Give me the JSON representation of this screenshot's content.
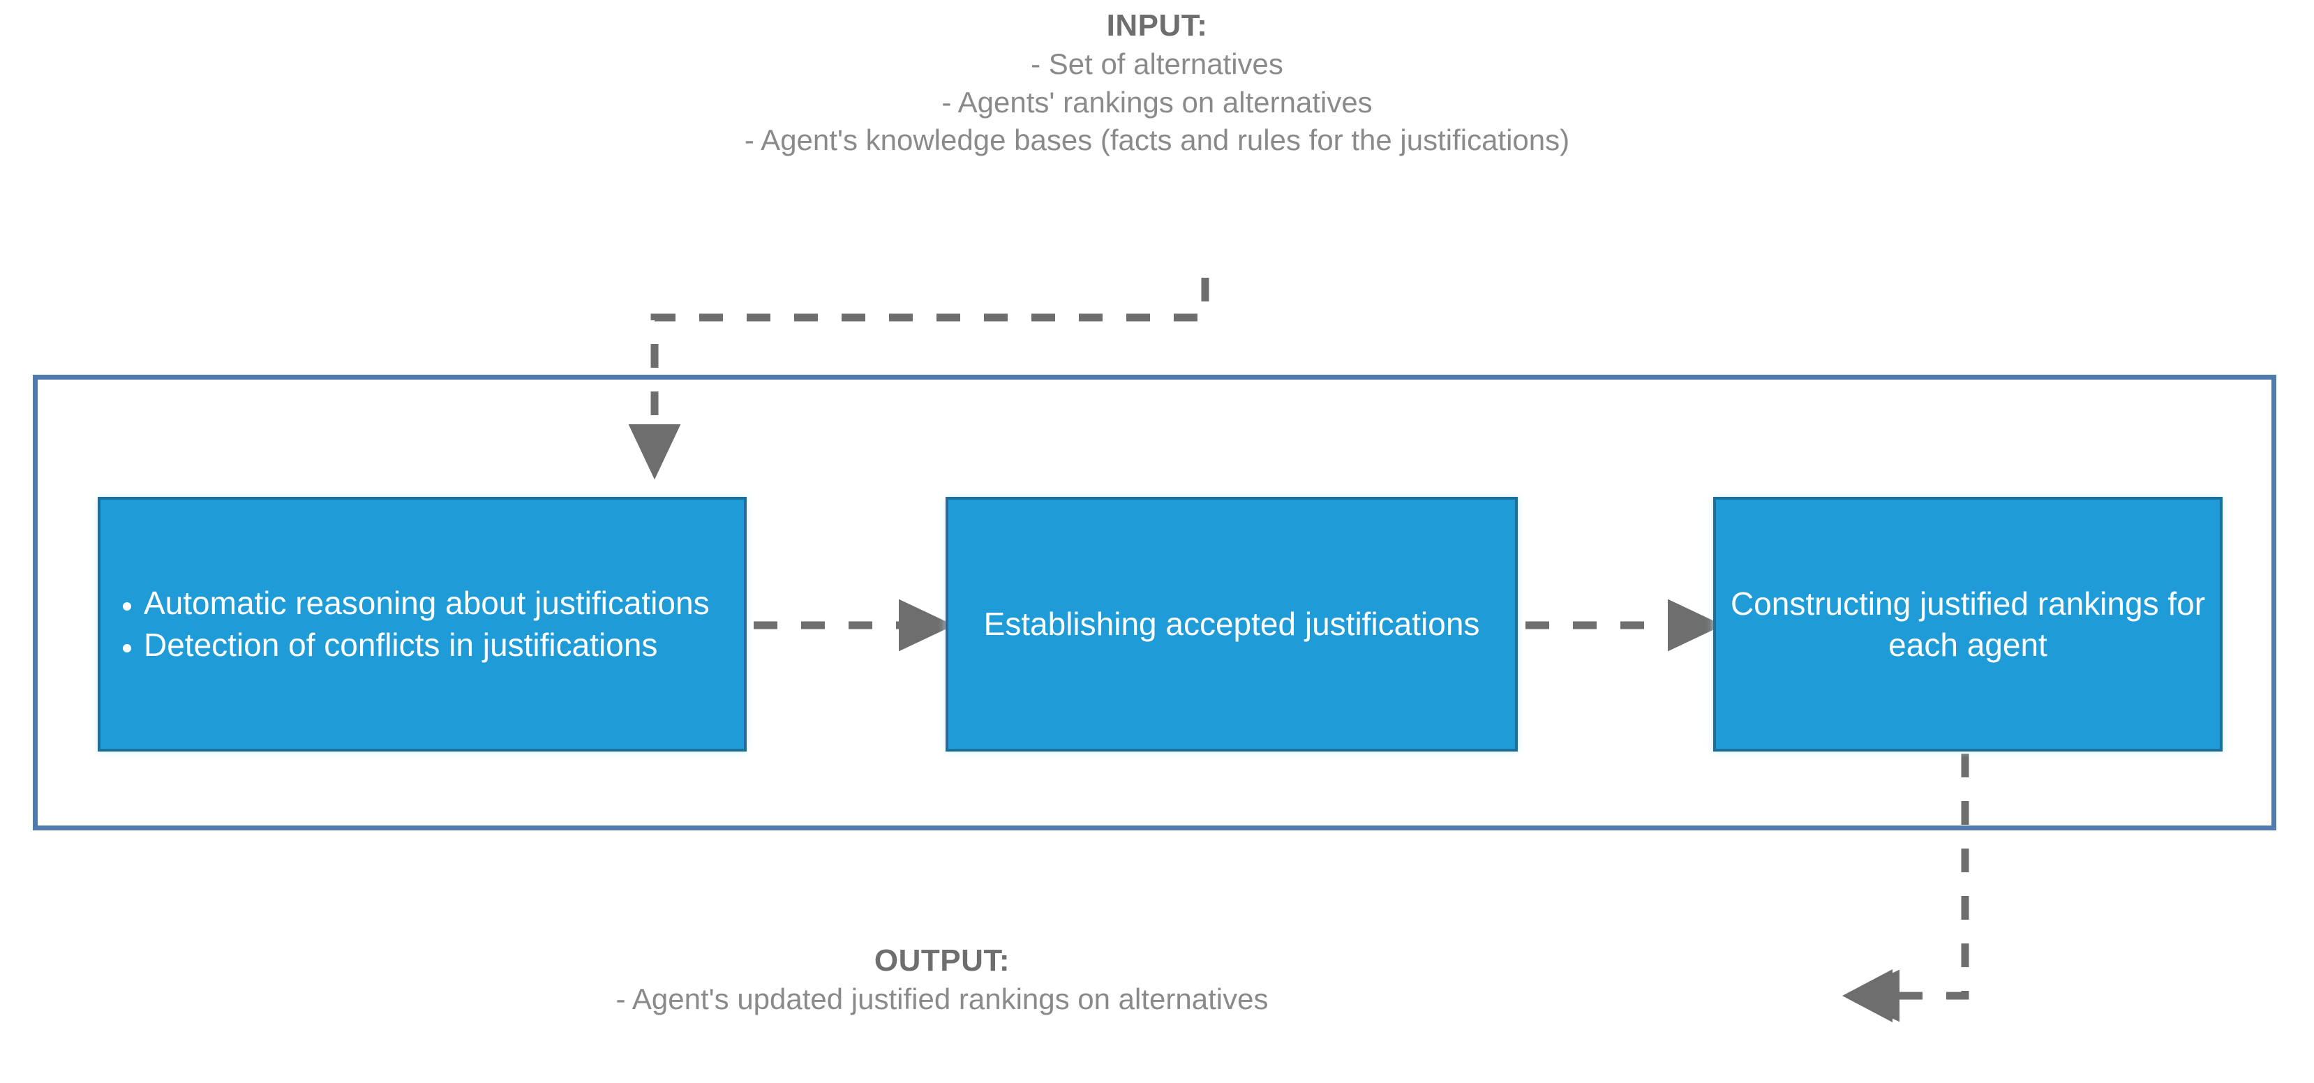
{
  "input": {
    "title": "INPUT:",
    "lines": [
      "- Set of alternatives",
      "- Agents' rankings on alternatives",
      "- Agent's knowledge bases (facts and rules for the justifications)"
    ]
  },
  "output": {
    "title": "OUTPUT:",
    "lines": [
      "- Agent's updated justified rankings on alternatives"
    ]
  },
  "process": {
    "boxes": [
      {
        "id": "reasoning",
        "type": "bulleted",
        "bullets": [
          "Automatic reasoning about justifications",
          "Detection of conflicts in justifications"
        ]
      },
      {
        "id": "accepted",
        "type": "plain",
        "text": "Establishing accepted justifications"
      },
      {
        "id": "ranking",
        "type": "plain",
        "text": "Constructing justified rankings for each agent"
      }
    ]
  },
  "colors": {
    "box_fill": "#1f9bd8",
    "box_border": "#1b6f9b",
    "container_border": "#5079ad",
    "text_gray": "#7f7f7f",
    "arrow_gray": "#6e6e6e",
    "background": "#ffffff"
  }
}
